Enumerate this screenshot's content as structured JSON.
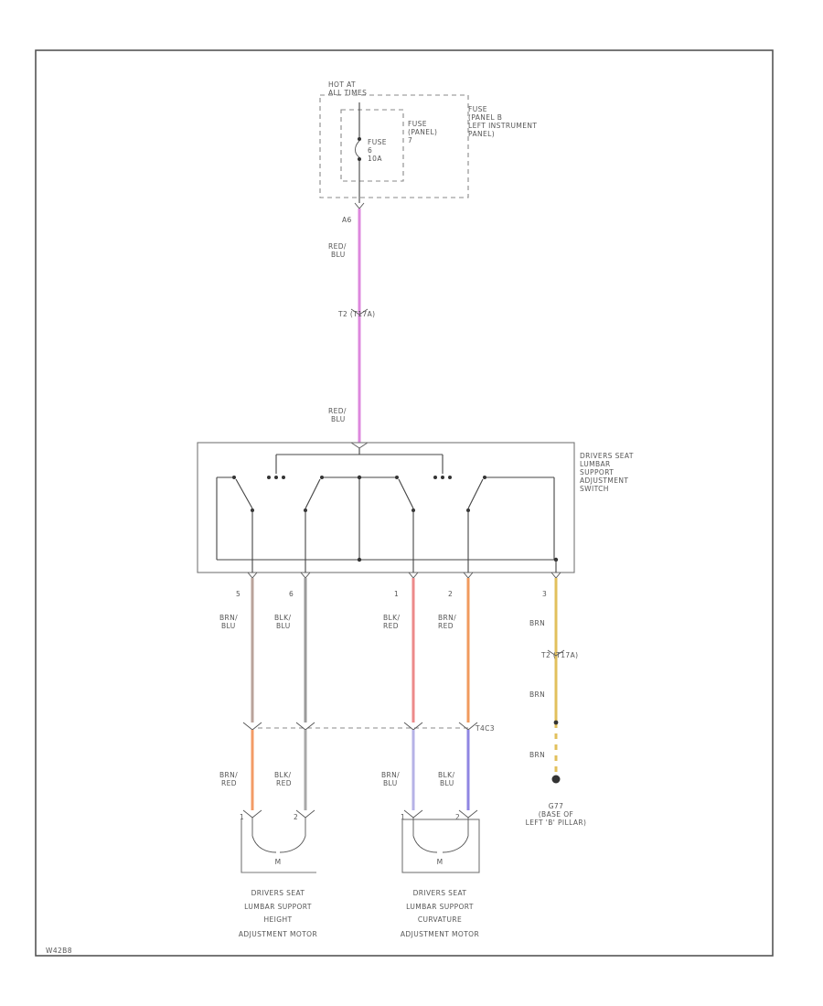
{
  "fuse": {
    "hot_label": [
      "HOT AT",
      "ALL TIMES"
    ],
    "inner_label": [
      "FUSE",
      "(PANEL)",
      "7"
    ],
    "fuse_label": [
      "FUSE",
      "6",
      "10A"
    ],
    "outer_label": [
      "FUSE",
      "(PANEL B",
      "LEFT INSTRUMENT",
      "PANEL)"
    ]
  },
  "wires": {
    "feed_pin": "A6",
    "feed_color_top": [
      "RED/",
      "BLU"
    ],
    "feed_connector": "T2 (T17A)",
    "feed_color_bottom": [
      "RED/",
      "BLU"
    ],
    "switch_pins": [
      "5",
      "6",
      "1",
      "2",
      "3"
    ],
    "upper_colors": [
      [
        "BRN/",
        "BLU"
      ],
      [
        "BLK/",
        "BLU"
      ],
      [
        "BLK/",
        "RED"
      ],
      [
        "BRN/",
        "RED"
      ]
    ],
    "ground_colors": [
      "BRN",
      "BRN",
      "BRN"
    ],
    "ground_connector": "T2 (T17A)",
    "inline_connector": "T4C3",
    "lower_colors": [
      [
        "BRN/",
        "RED"
      ],
      [
        "BLK/",
        "RED"
      ],
      [
        "BRN/",
        "BLU"
      ],
      [
        "BLK/",
        "BLU"
      ]
    ],
    "motor_pins": [
      "1",
      "2",
      "1",
      "2"
    ],
    "colors": {
      "red_blu": "#dd88dd",
      "brn_blu": "#b9a39a",
      "blk_blu": "#9a9a9a",
      "blk_red": "#ec8a8a",
      "brn_red": "#f09a5e",
      "brn": "#e2c05c",
      "lower_brn_red": "#f39b66",
      "lower_blk_red": "#a8a8a8",
      "lower_brn_blu": "#b6b2e6",
      "lower_blk_blu": "#8f86e2"
    }
  },
  "switch": {
    "label": [
      "DRIVERS SEAT",
      "LUMBAR",
      "SUPPORT",
      "ADJUSTMENT",
      "SWITCH"
    ]
  },
  "ground": {
    "id": "G77",
    "label": [
      "(BASE OF",
      "LEFT 'B' PILLAR)"
    ]
  },
  "motors": [
    {
      "symbol": "M",
      "label": [
        "DRIVERS SEAT",
        "LUMBAR SUPPORT",
        "HEIGHT",
        "ADJUSTMENT MOTOR"
      ]
    },
    {
      "symbol": "M",
      "label": [
        "DRIVERS SEAT",
        "LUMBAR SUPPORT",
        "CURVATURE",
        "ADJUSTMENT MOTOR"
      ]
    }
  ],
  "diagram_id": "W42B8"
}
